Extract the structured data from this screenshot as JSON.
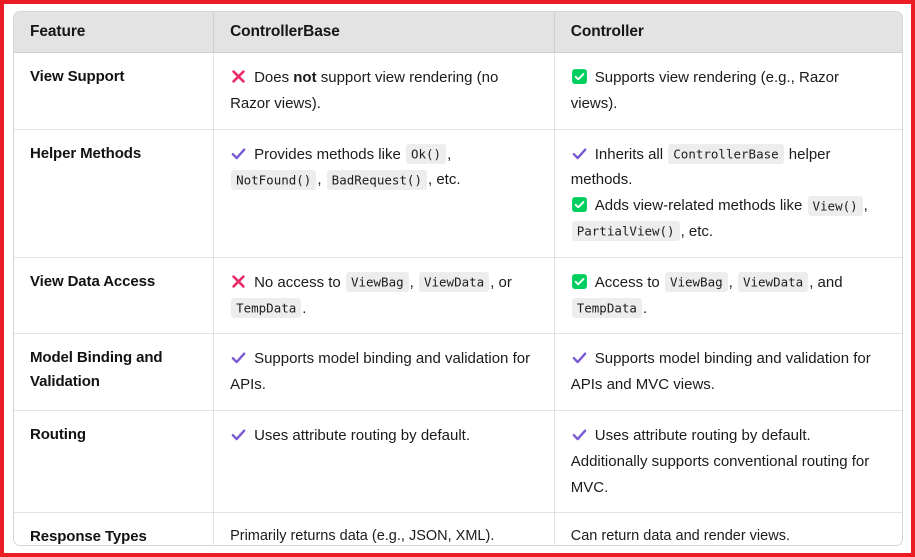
{
  "frame": {
    "border_color": "#ec1c24"
  },
  "colors": {
    "header_bg": "#e3e3e3",
    "check_purple": "#7a5ad4",
    "check_green": "#00cf5f",
    "cross_red": "#ec2a67",
    "chip_bg": "#ededed",
    "grid": "#e2e2e2"
  },
  "table": {
    "headers": {
      "feature": "Feature",
      "controller_base": "ControllerBase",
      "controller": "Controller"
    },
    "rows": [
      {
        "feature": "View Support",
        "base": {
          "icon": "cross-red-icon",
          "text_a": "Does ",
          "bold": "not",
          "text_b": " support view rendering (no Razor views)."
        },
        "ctrl": {
          "icon": "check-green-icon",
          "text": "Supports view rendering (e.g., Razor views)."
        }
      },
      {
        "feature": "Helper Methods",
        "base": {
          "icon": "check-purple-icon",
          "text_a": "Provides methods like ",
          "code1": "Ok()",
          "sep1": ", ",
          "code2": "NotFound()",
          "sep2": ", ",
          "code3": "BadRequest()",
          "text_b": ", etc."
        },
        "ctrl_line1": {
          "icon": "check-purple-icon",
          "text_a": "Inherits all ",
          "code1": "ControllerBase",
          "text_b": " helper methods."
        },
        "ctrl_line2": {
          "icon": "check-green-icon",
          "text_a": "Adds view-related methods like ",
          "code1": "View()",
          "sep1": ", ",
          "code2": "PartialView()",
          "text_b": ", etc."
        }
      },
      {
        "feature": "View Data Access",
        "base": {
          "icon": "cross-red-icon",
          "text_a": "No access to ",
          "code1": "ViewBag",
          "sep1": ", ",
          "code2": "ViewData",
          "sep2": ", or ",
          "code3": "TempData",
          "text_b": "."
        },
        "ctrl": {
          "icon": "check-green-icon",
          "text_a": "Access to ",
          "code1": "ViewBag",
          "sep1": ", ",
          "code2": "ViewData",
          "sep2": ", and ",
          "code3": "TempData",
          "text_b": "."
        }
      },
      {
        "feature": "Model Binding and Validation",
        "base": {
          "icon": "check-purple-icon",
          "text": "Supports model binding and validation for APIs."
        },
        "ctrl": {
          "icon": "check-purple-icon",
          "text": "Supports model binding and validation for APIs and MVC views."
        }
      },
      {
        "feature": "Routing",
        "base": {
          "icon": "check-purple-icon",
          "text": "Uses attribute routing by default."
        },
        "ctrl": {
          "icon": "check-purple-icon",
          "text": "Uses attribute routing by default. Additionally supports conventional routing for MVC."
        }
      },
      {
        "feature": "Response Types",
        "base": {
          "icon": "none",
          "text": "Primarily returns data (e.g., JSON, XML)."
        },
        "ctrl": {
          "icon": "none",
          "text": "Can return data and render views."
        }
      }
    ]
  }
}
